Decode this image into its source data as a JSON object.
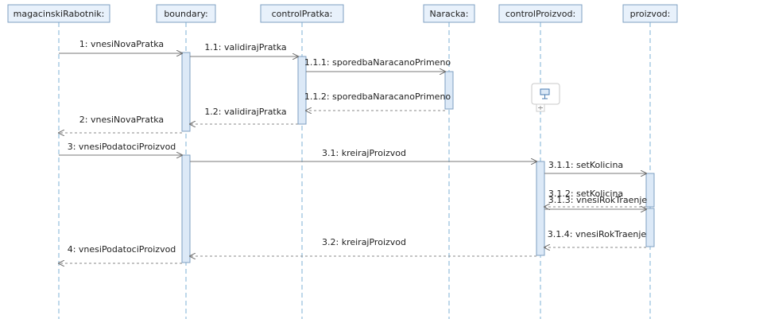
{
  "lifelines": [
    {
      "id": "rabotnik",
      "label": "magacinskiRabotnik:"
    },
    {
      "id": "boundary",
      "label": "boundary:"
    },
    {
      "id": "controlPratka",
      "label": "controlPratka:"
    },
    {
      "id": "naracka",
      "label": "Naracka:"
    },
    {
      "id": "controlProizvod",
      "label": "controlProizvod:"
    },
    {
      "id": "proizvod",
      "label": "proizvod:"
    }
  ],
  "messages": [
    {
      "id": "m1",
      "label": "1: vnesiNovaPratka",
      "from": "rabotnik",
      "to": "boundary",
      "kind": "call"
    },
    {
      "id": "m11",
      "label": "1.1: validirajPratka",
      "from": "boundary",
      "to": "controlPratka",
      "kind": "call"
    },
    {
      "id": "m111",
      "label": "1.1.1: sporedbaNaracanoPrimeno",
      "from": "controlPratka",
      "to": "naracka",
      "kind": "call"
    },
    {
      "id": "m112",
      "label": "1.1.2: sporedbaNaracanoPrimeno",
      "from": "naracka",
      "to": "controlPratka",
      "kind": "reply"
    },
    {
      "id": "m12",
      "label": "1.2: validirajPratka",
      "from": "controlPratka",
      "to": "boundary",
      "kind": "reply"
    },
    {
      "id": "m2",
      "label": "2: vnesiNovaPratka",
      "from": "boundary",
      "to": "rabotnik",
      "kind": "reply"
    },
    {
      "id": "m3",
      "label": "3: vnesiPodatociProizvod",
      "from": "rabotnik",
      "to": "boundary",
      "kind": "call"
    },
    {
      "id": "m31",
      "label": "3.1: kreirajProizvod",
      "from": "boundary",
      "to": "controlProizvod",
      "kind": "call"
    },
    {
      "id": "m311",
      "label": "3.1.1: setKolicina",
      "from": "controlProizvod",
      "to": "proizvod",
      "kind": "call"
    },
    {
      "id": "m312",
      "label": "3.1.2: setKolicina",
      "from": "proizvod",
      "to": "controlProizvod",
      "kind": "reply"
    },
    {
      "id": "m313",
      "label": "3.1.3: vnesiRokTraenje",
      "from": "controlProizvod",
      "to": "proizvod",
      "kind": "call"
    },
    {
      "id": "m314",
      "label": "3.1.4: vnesiRokTraenje",
      "from": "proizvod",
      "to": "controlProizvod",
      "kind": "reply"
    },
    {
      "id": "m32",
      "label": "3.2: kreirajProizvod",
      "from": "controlProizvod",
      "to": "boundary",
      "kind": "reply"
    },
    {
      "id": "m4",
      "label": "4: vnesiPodatociProizvod",
      "from": "boundary",
      "to": "rabotnik",
      "kind": "reply"
    }
  ],
  "colors": {
    "header_fill": "#e8f1fb",
    "header_border": "#7e9fc1",
    "lifeline": "#7eb0d6",
    "activation_fill": "#dce9f7",
    "arrow": "#7a7a7a",
    "text": "#222222"
  },
  "icons": {
    "collapse_toggle": "collapse-expand-icon"
  }
}
